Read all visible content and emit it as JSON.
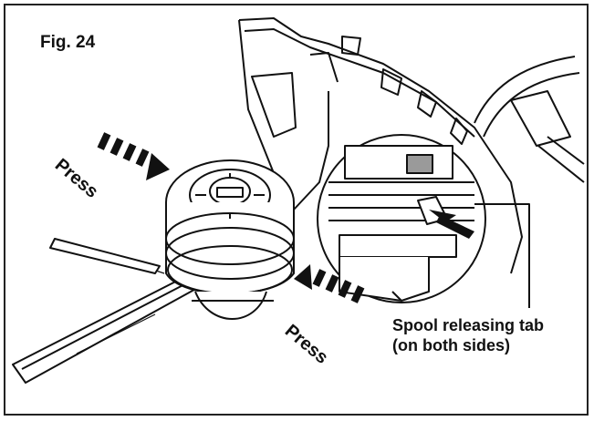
{
  "figure": {
    "label": "Fig. 24",
    "press_label_left": "Press",
    "press_label_right": "Press",
    "callout_line1": "Spool releasing tab",
    "callout_line2": "(on both sides)"
  },
  "colors": {
    "ink": "#111111",
    "paper": "#ffffff",
    "shade": "#9a9a9a"
  },
  "icons": [
    "press-arrow-icon",
    "pointer-arrow-icon"
  ]
}
